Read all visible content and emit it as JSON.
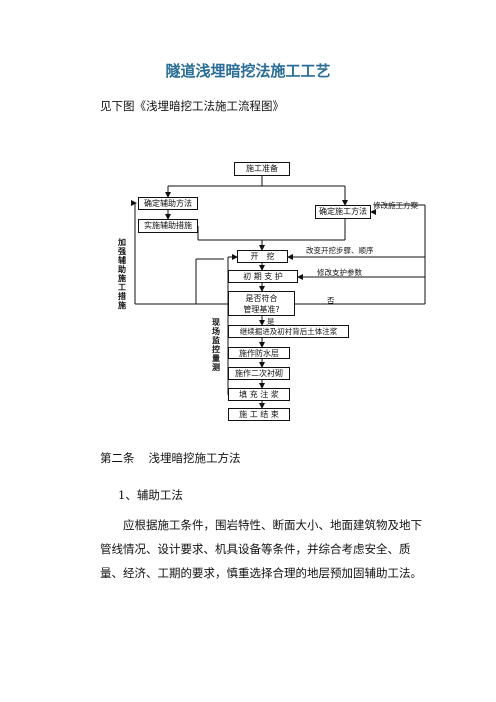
{
  "document": {
    "title": "隧道浅埋暗挖法施工工艺",
    "intro": "见下图《浅埋暗挖工法施工流程图》",
    "section_number": "第二条",
    "section_title": "浅埋暗挖施工方法",
    "subsection": "1、辅助工法",
    "paragraph": "应根据施工条件，围岩特性、断面大小、地面建筑物及地下管线情况、设计要求、机具设备等条件，并综合考虑安全、质量、经济、工期的要求，慎重选择合理的地层预加固辅助工法。"
  },
  "flowchart": {
    "boxes": {
      "prep": "施工准备",
      "aux_method": "确定辅助方法",
      "aux_measure": "实施辅助措施",
      "plan": "确定施工方法",
      "excavate": "开　挖",
      "support": "初 期 支 护",
      "meets_1": "是否符合",
      "meets_2": "管理基准?",
      "continue": "继续掘进及初衬背后土体注浆",
      "waterproof": "施作防水层",
      "lining": "施作二次衬砌",
      "grout": "填 充 注 浆",
      "finish": "施 工 结 束"
    },
    "labels": {
      "modify_plan": "修改施工方案",
      "change_steps": "改变开挖步骤、顺序",
      "modify_params": "修改支护参数",
      "no": "否",
      "yes": "是",
      "left_vertical": "加强辅助施工措施",
      "monitor_vertical": "现场监控量测"
    }
  }
}
